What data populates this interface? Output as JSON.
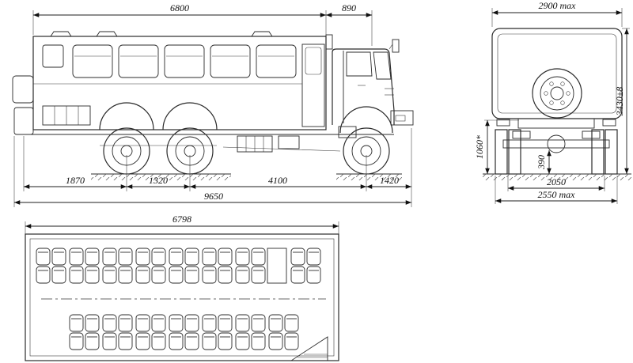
{
  "side_view": {
    "length_body": "6800",
    "front_top": "890",
    "rear_overhang": "1870",
    "bogie_spacing": "1320",
    "wheelbase": "4100",
    "front_overhang": "1420",
    "overall_length": "9650"
  },
  "rear_view": {
    "width_max": "2900 max",
    "height_left": "1060*",
    "height_overall": "3430±8",
    "clearance": "390",
    "track": "2050",
    "width_lower": "2550 max"
  },
  "plan_view": {
    "interior_length": "6798"
  }
}
